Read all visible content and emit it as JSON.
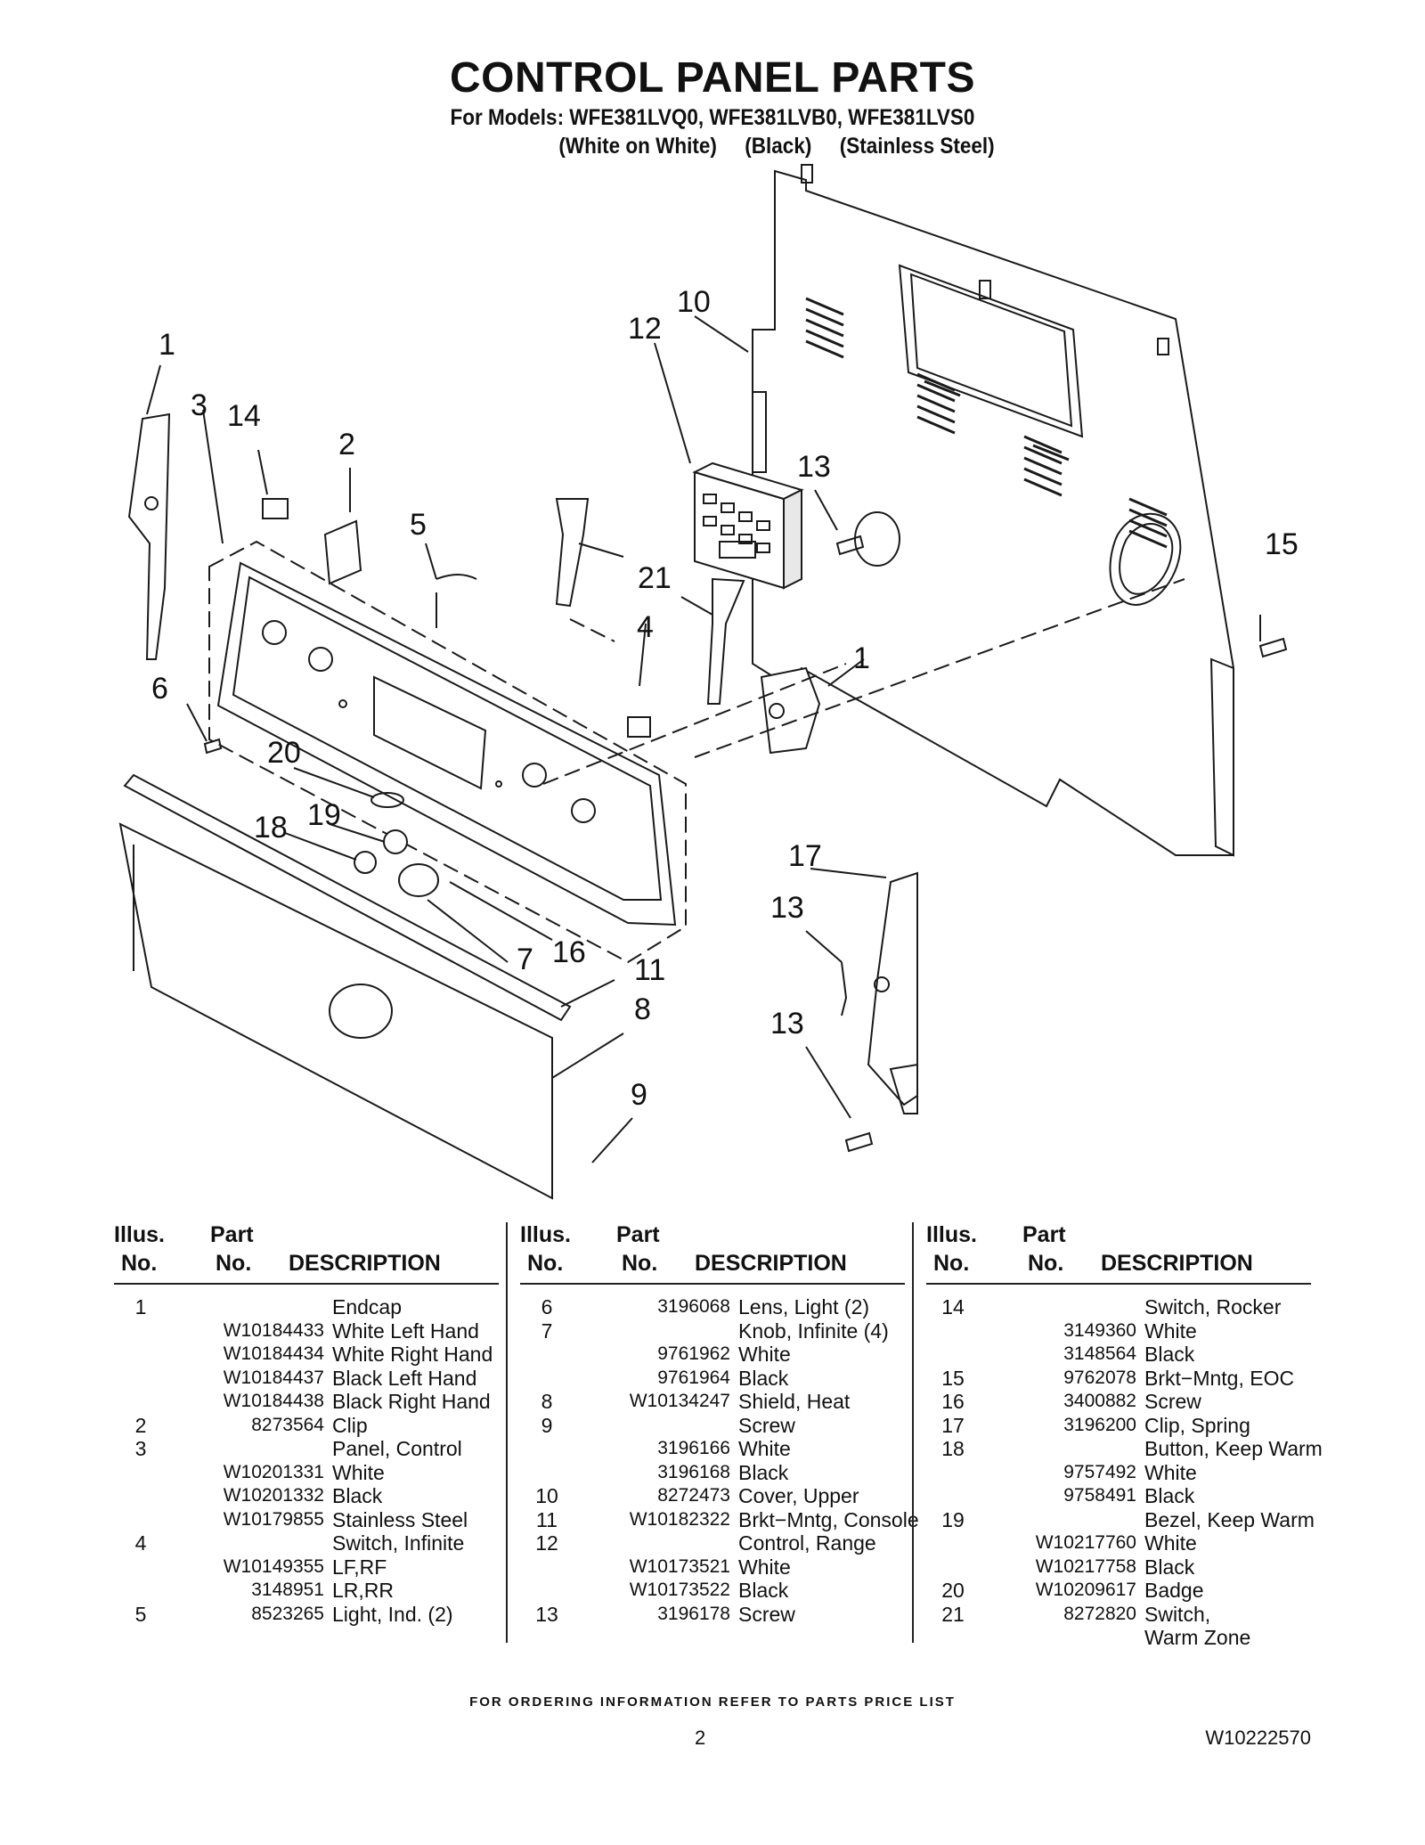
{
  "title": "CONTROL PANEL PARTS",
  "subtitle": "For Models: WFE381LVQ0, WFE381LVB0, WFE381LVS0",
  "variants": [
    "(White on White)",
    "(Black)",
    "(Stainless Steel)"
  ],
  "diagram": {
    "callouts": [
      "1",
      "3",
      "14",
      "2",
      "5",
      "6",
      "20",
      "18",
      "19",
      "7",
      "16",
      "11",
      "8",
      "9",
      "12",
      "10",
      "13",
      "15",
      "21",
      "4",
      "1",
      "17",
      "13",
      "13"
    ]
  },
  "table": {
    "headers": {
      "illus1": "Illus.",
      "illus2": "No.",
      "part1": "Part",
      "part2": "No.",
      "desc": "DESCRIPTION"
    },
    "columns": [
      [
        {
          "illus": "1",
          "part": "",
          "desc": "Endcap"
        },
        {
          "illus": "",
          "part": "W10184433",
          "desc": "White Left Hand"
        },
        {
          "illus": "",
          "part": "W10184434",
          "desc": "White Right Hand"
        },
        {
          "illus": "",
          "part": "W10184437",
          "desc": "Black Left Hand"
        },
        {
          "illus": "",
          "part": "W10184438",
          "desc": "Black Right Hand"
        },
        {
          "illus": "2",
          "part": "8273564",
          "desc": "Clip"
        },
        {
          "illus": "3",
          "part": "",
          "desc": "Panel, Control"
        },
        {
          "illus": "",
          "part": "W10201331",
          "desc": "White"
        },
        {
          "illus": "",
          "part": "W10201332",
          "desc": "Black"
        },
        {
          "illus": "",
          "part": "W10179855",
          "desc": "Stainless Steel"
        },
        {
          "illus": "4",
          "part": "",
          "desc": "Switch, Infinite"
        },
        {
          "illus": "",
          "part": "W10149355",
          "desc": "LF,RF"
        },
        {
          "illus": "",
          "part": "3148951",
          "desc": "LR,RR"
        },
        {
          "illus": "5",
          "part": "8523265",
          "desc": "Light, Ind. (2)"
        }
      ],
      [
        {
          "illus": "6",
          "part": "3196068",
          "desc": "Lens, Light (2)"
        },
        {
          "illus": "7",
          "part": "",
          "desc": "Knob, Infinite (4)"
        },
        {
          "illus": "",
          "part": "9761962",
          "desc": "White"
        },
        {
          "illus": "",
          "part": "9761964",
          "desc": "Black"
        },
        {
          "illus": "8",
          "part": "W10134247",
          "desc": "Shield, Heat"
        },
        {
          "illus": "9",
          "part": "",
          "desc": "Screw"
        },
        {
          "illus": "",
          "part": "3196166",
          "desc": "White"
        },
        {
          "illus": "",
          "part": "3196168",
          "desc": "Black"
        },
        {
          "illus": "10",
          "part": "8272473",
          "desc": "Cover, Upper"
        },
        {
          "illus": "11",
          "part": "W10182322",
          "desc": "Brkt−Mntg, Console"
        },
        {
          "illus": "12",
          "part": "",
          "desc": "Control, Range"
        },
        {
          "illus": "",
          "part": "W10173521",
          "desc": "White"
        },
        {
          "illus": "",
          "part": "W10173522",
          "desc": "Black"
        },
        {
          "illus": "13",
          "part": "3196178",
          "desc": "Screw"
        }
      ],
      [
        {
          "illus": "14",
          "part": "",
          "desc": "Switch, Rocker"
        },
        {
          "illus": "",
          "part": "3149360",
          "desc": "White"
        },
        {
          "illus": "",
          "part": "3148564",
          "desc": "Black"
        },
        {
          "illus": "15",
          "part": "9762078",
          "desc": "Brkt−Mntg, EOC"
        },
        {
          "illus": "16",
          "part": "3400882",
          "desc": "Screw"
        },
        {
          "illus": "17",
          "part": "3196200",
          "desc": "Clip, Spring"
        },
        {
          "illus": "18",
          "part": "",
          "desc": "Button, Keep Warm"
        },
        {
          "illus": "",
          "part": "9757492",
          "desc": "White"
        },
        {
          "illus": "",
          "part": "9758491",
          "desc": "Black"
        },
        {
          "illus": "19",
          "part": "",
          "desc": "Bezel, Keep Warm"
        },
        {
          "illus": "",
          "part": "W10217760",
          "desc": "White"
        },
        {
          "illus": "",
          "part": "W10217758",
          "desc": "Black"
        },
        {
          "illus": "20",
          "part": "W10209617",
          "desc": "Badge"
        },
        {
          "illus": "21",
          "part": "8272820",
          "desc": "Switch,"
        },
        {
          "illus": "",
          "part": "",
          "desc": "Warm Zone"
        }
      ]
    ]
  },
  "footer": {
    "note": "FOR ORDERING INFORMATION REFER TO PARTS PRICE LIST",
    "page": "2",
    "doc_number": "W10222570"
  }
}
